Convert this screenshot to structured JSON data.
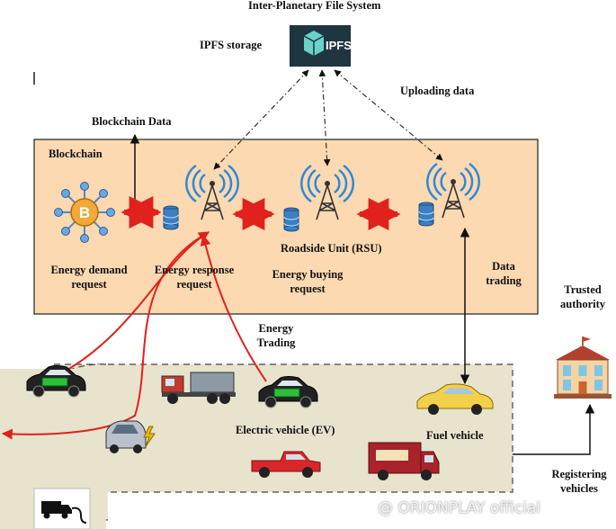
{
  "header": {
    "ipfs_title": "Inter-Planetary File System",
    "ipfs_storage_label": "IPFS storage",
    "ipfs_logo_text": "IPFS"
  },
  "flows": {
    "uploading_data": "Uploading data",
    "blockchain_data": "Blockchain Data",
    "energy_trading_line1": "Energy",
    "energy_trading_line2": "Trading",
    "data_trading_line1": "Data",
    "data_trading_line2": "trading",
    "registering_line1": "Registering",
    "registering_line2": "vehicles"
  },
  "blockchain": {
    "title": "Blockchain",
    "bitcoin_symbol": "B",
    "energy_demand_line1": "Energy demand",
    "energy_demand_line2": "request",
    "energy_response_line1": "Energy response",
    "energy_response_line2": "request",
    "rsu_label": "Roadside Unit (RSU)",
    "energy_buying_line1": "Energy buying",
    "energy_buying_line2": "request"
  },
  "vehicles": {
    "ev_label": "Electric vehicle (EV)",
    "fuel_label": "Fuel vehicle"
  },
  "authority": {
    "line1": "Trusted",
    "line2": "authority"
  },
  "watermark": "@ ORIONPLAY official",
  "colors": {
    "blockchain_fill": "#fcd9b0",
    "vehicle_zone_fill": "#e8e3cd",
    "exchange_arrow": "#e0211c",
    "tower_blue": "#2e89d8",
    "ipfs_box": "#1f3540"
  }
}
